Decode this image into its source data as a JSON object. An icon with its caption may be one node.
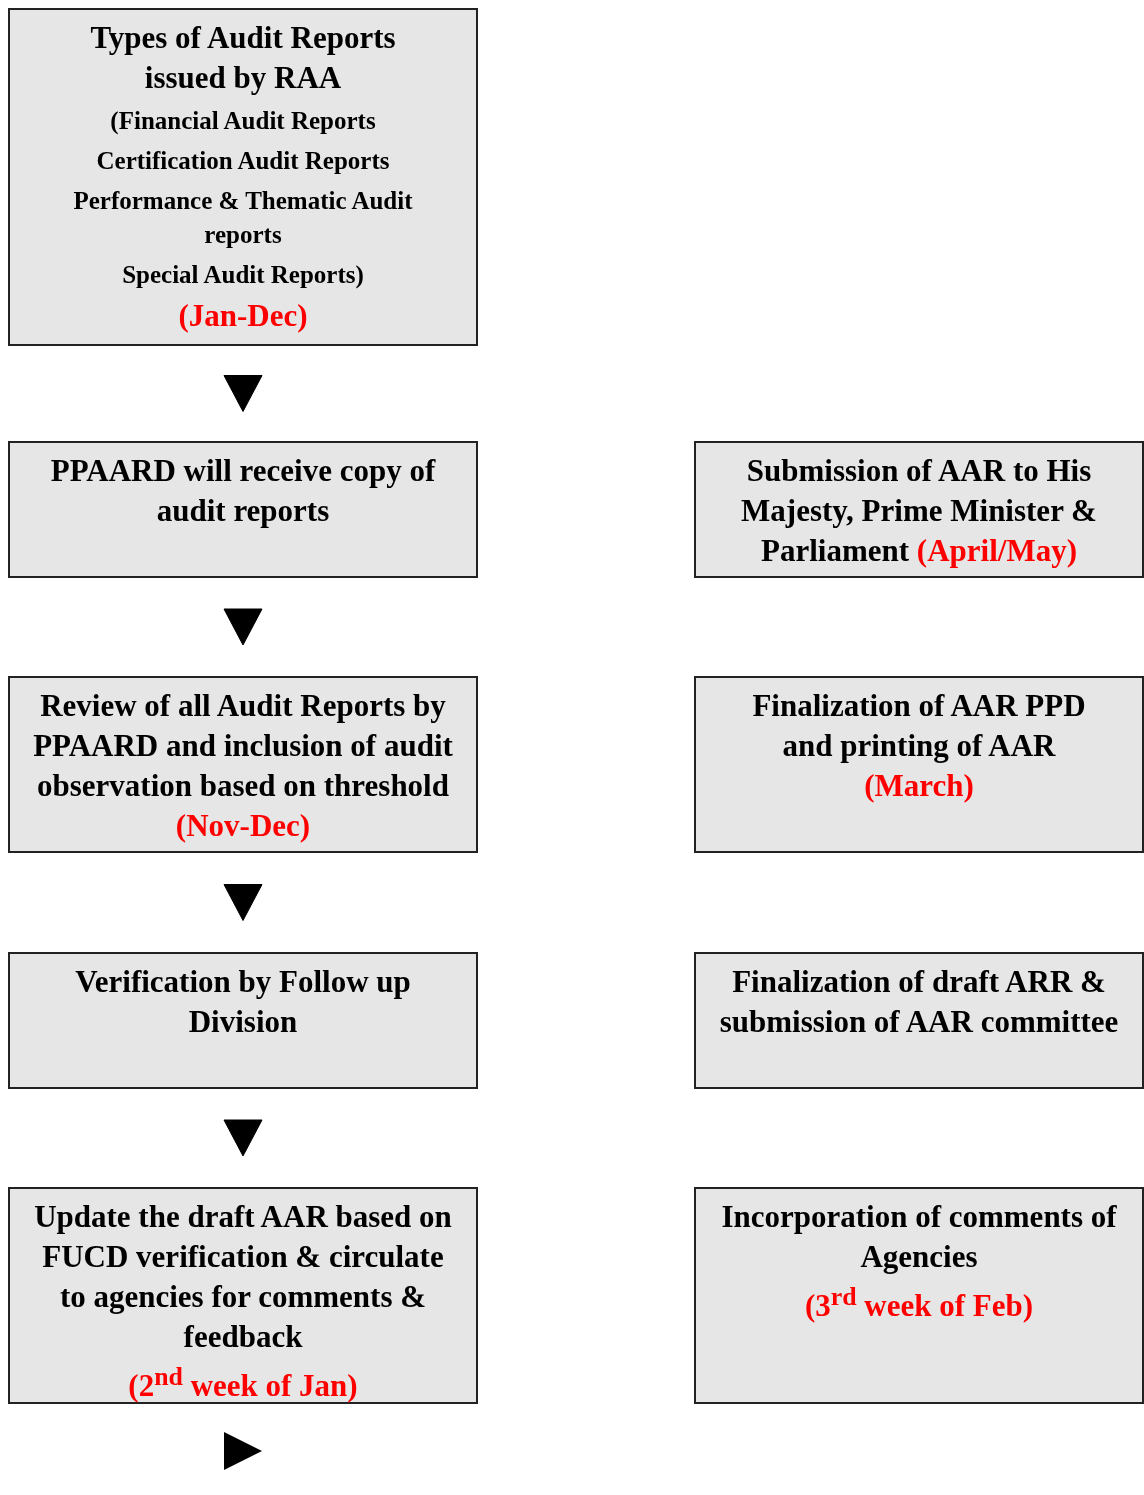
{
  "diagram": {
    "nodes": [
      {
        "text": [
          "Types of Audit Reports issued by RAA",
          "(Financial Audit Reports",
          "Certification Audit Reports",
          "Performance & Thematic Audit reports",
          "Special Audit Reports)",
          "(Jan-Dec)"
        ]
      },
      {
        "text": [
          "PPAARD will receive copy of audit reports"
        ]
      },
      {
        "text": [
          "Submission of AAR to His Majesty, Prime Minister & Parliament",
          "(April/May)"
        ]
      },
      {
        "text": [
          "Review of all Audit Reports by PPAARD and inclusion of audit observation based on threshold",
          "(Nov-Dec)"
        ]
      },
      {
        "text": [
          "Finalization of AAR PPD and printing of AAR",
          "(March)"
        ]
      },
      {
        "text": [
          "Verification by Follow up Division"
        ]
      },
      {
        "text": [
          "Finalization of draft ARR & submission of AAR committee"
        ]
      },
      {
        "text": [
          "Update the draft AAR based on FUCD verification & circulate to agencies for comments & feedback",
          "(2$^{nd}$ week of Jan)"
        ]
      },
      {
        "text": [
          "Incorporation of comments of Agencies",
          "(3$^{rd}$  week of Feb)"
        ]
      }
    ],
    "edges": [
      {
        "from": 0,
        "to": 1,
        "arrow": "to"
      },
      {
        "from": 1,
        "to": 3,
        "arrow": "to"
      },
      {
        "from": 3,
        "to": 5,
        "arrow": "to"
      },
      {
        "from": 5,
        "to": 7,
        "arrow": "to"
      }
    ]
  }
}
